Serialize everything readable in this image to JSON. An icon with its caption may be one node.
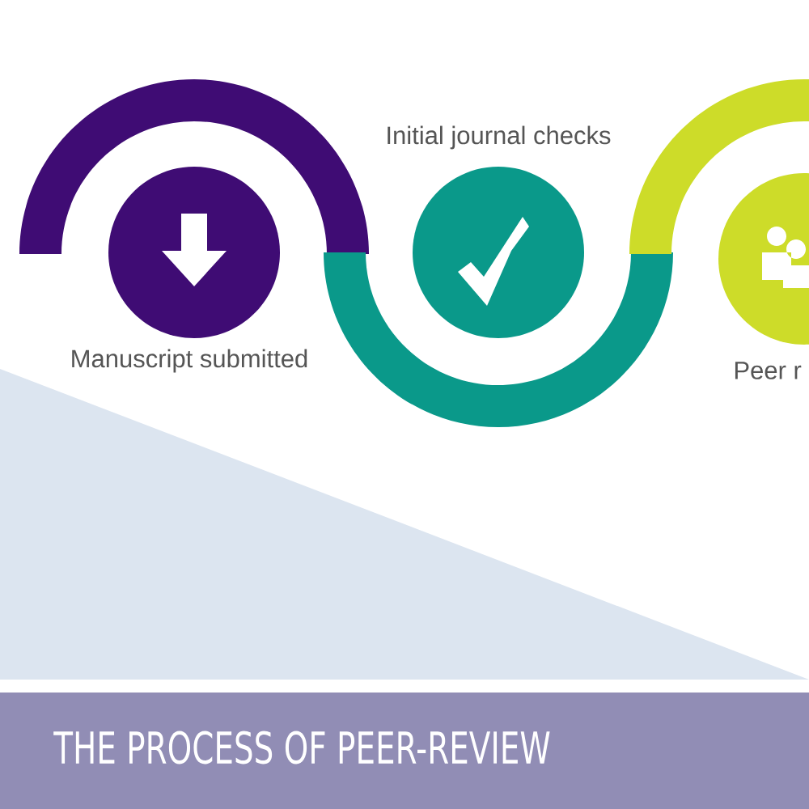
{
  "diagram": {
    "title": "THE PROCESS OF PEER-REVIEW",
    "nodes": [
      {
        "text": [
          "Manuscript submitted"
        ]
      },
      {
        "text": [
          "Initial journal checks"
        ]
      },
      {
        "text": [
          "Peer r"
        ]
      }
    ]
  }
}
